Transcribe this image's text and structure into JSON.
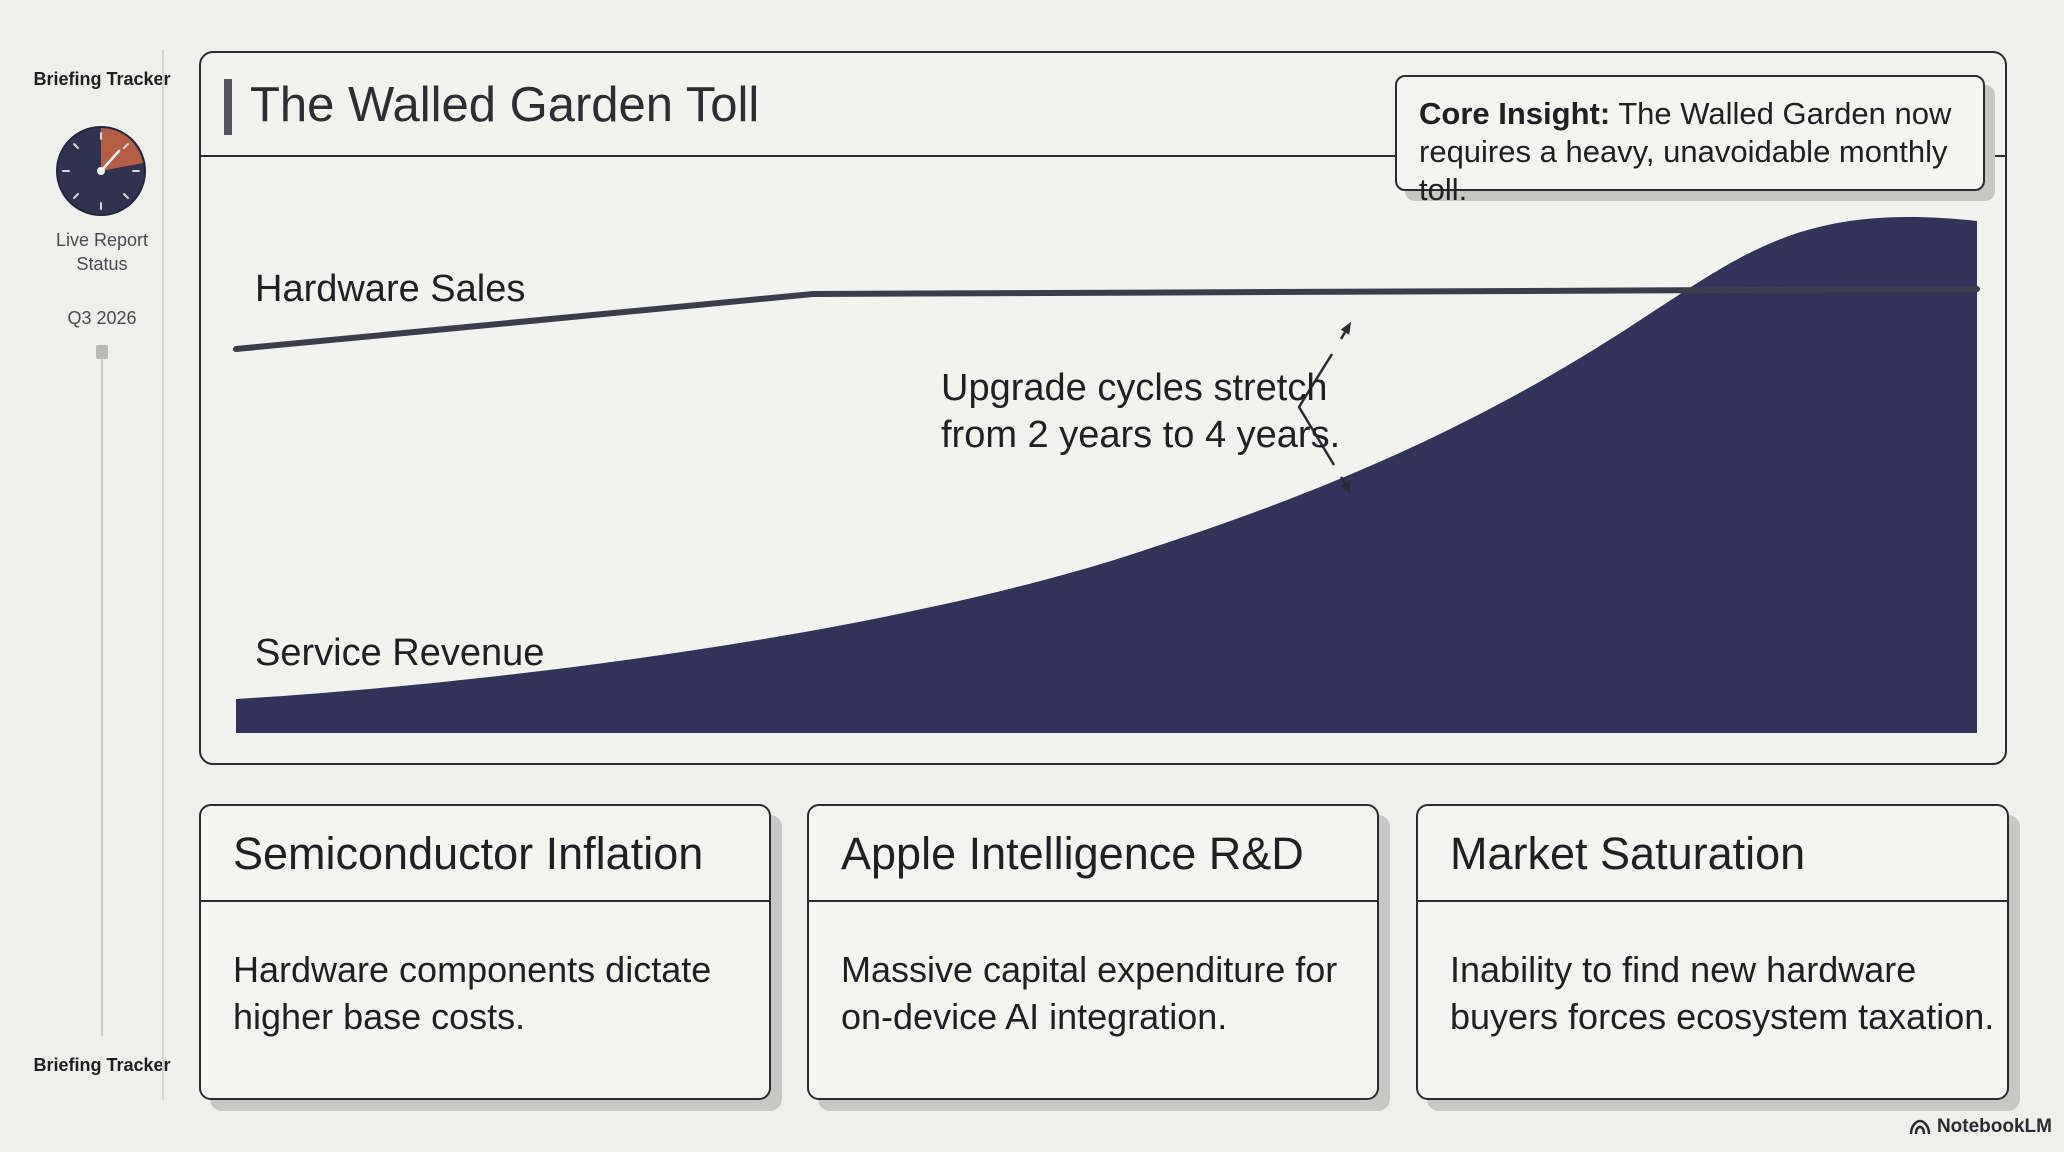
{
  "tracker": {
    "title_top": "Briefing Tracker",
    "status_label": "Live Report Status",
    "quarter": "Q3 2026",
    "title_bottom": "Briefing Tracker"
  },
  "chart": {
    "title": "The Walled Garden Toll",
    "insight_bold": "Core Insight:",
    "insight_text": " The Walled Garden now requires a heavy, unavoidable monthly toll.",
    "hardware_label": "Hardware Sales",
    "service_label": "Service Revenue",
    "annotation_line1": "Upgrade cycles stretch",
    "annotation_line2": "from 2 years to 4 years."
  },
  "chart_data": {
    "type": "area",
    "series": [
      {
        "name": "Hardware Sales",
        "style": "line",
        "trend": "rises gently then plateaus"
      },
      {
        "name": "Service Revenue",
        "style": "filled-area",
        "trend": "accelerating growth"
      }
    ],
    "annotation": "Upgrade cycles stretch from 2 years to 4 years.",
    "axes_visible": false,
    "grid": false,
    "colors": {
      "hardware": "#3b3d4c",
      "service": "#313359"
    }
  },
  "cards": [
    {
      "title": "Semiconductor Inflation",
      "body": "Hardware components dictate higher base costs."
    },
    {
      "title": "Apple Intelligence R&D",
      "body": "Massive capital expenditure for on-device AI integration."
    },
    {
      "title": "Market Saturation",
      "body": "Inability to find new hardware buyers forces ecosystem taxation."
    }
  ],
  "brand": {
    "name": "NotebookLM",
    "icon": "notebooklm-logo-icon"
  },
  "colors": {
    "background": "#efefec",
    "ink": "#2b2b33",
    "area_fill": "#313359",
    "dial_face": "#2f3350",
    "dial_accent": "#b45e45",
    "shadow": "#c7c7c4"
  }
}
